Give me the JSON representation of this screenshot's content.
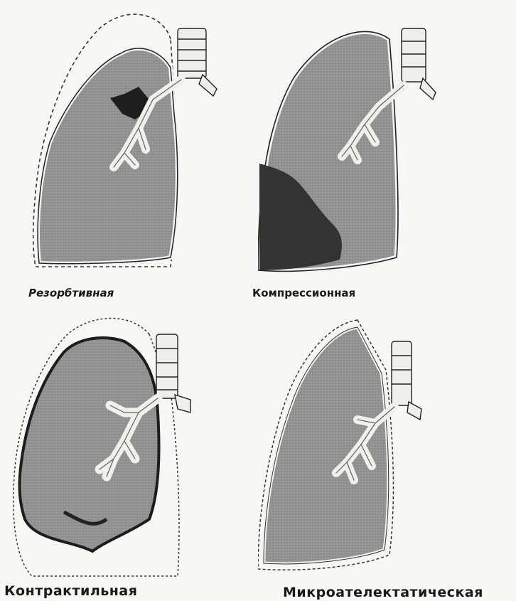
{
  "panels": [
    {
      "caption": "Резорбтивная"
    },
    {
      "caption": "Компрессионная"
    },
    {
      "caption": "Контрактильная"
    },
    {
      "caption": "Микроателектатическая"
    }
  ],
  "colors": {
    "lung_fill": "#8f8f8f",
    "collapsed": "#2f2f2f",
    "outline": "#222222",
    "background": "#f7f7f3"
  }
}
